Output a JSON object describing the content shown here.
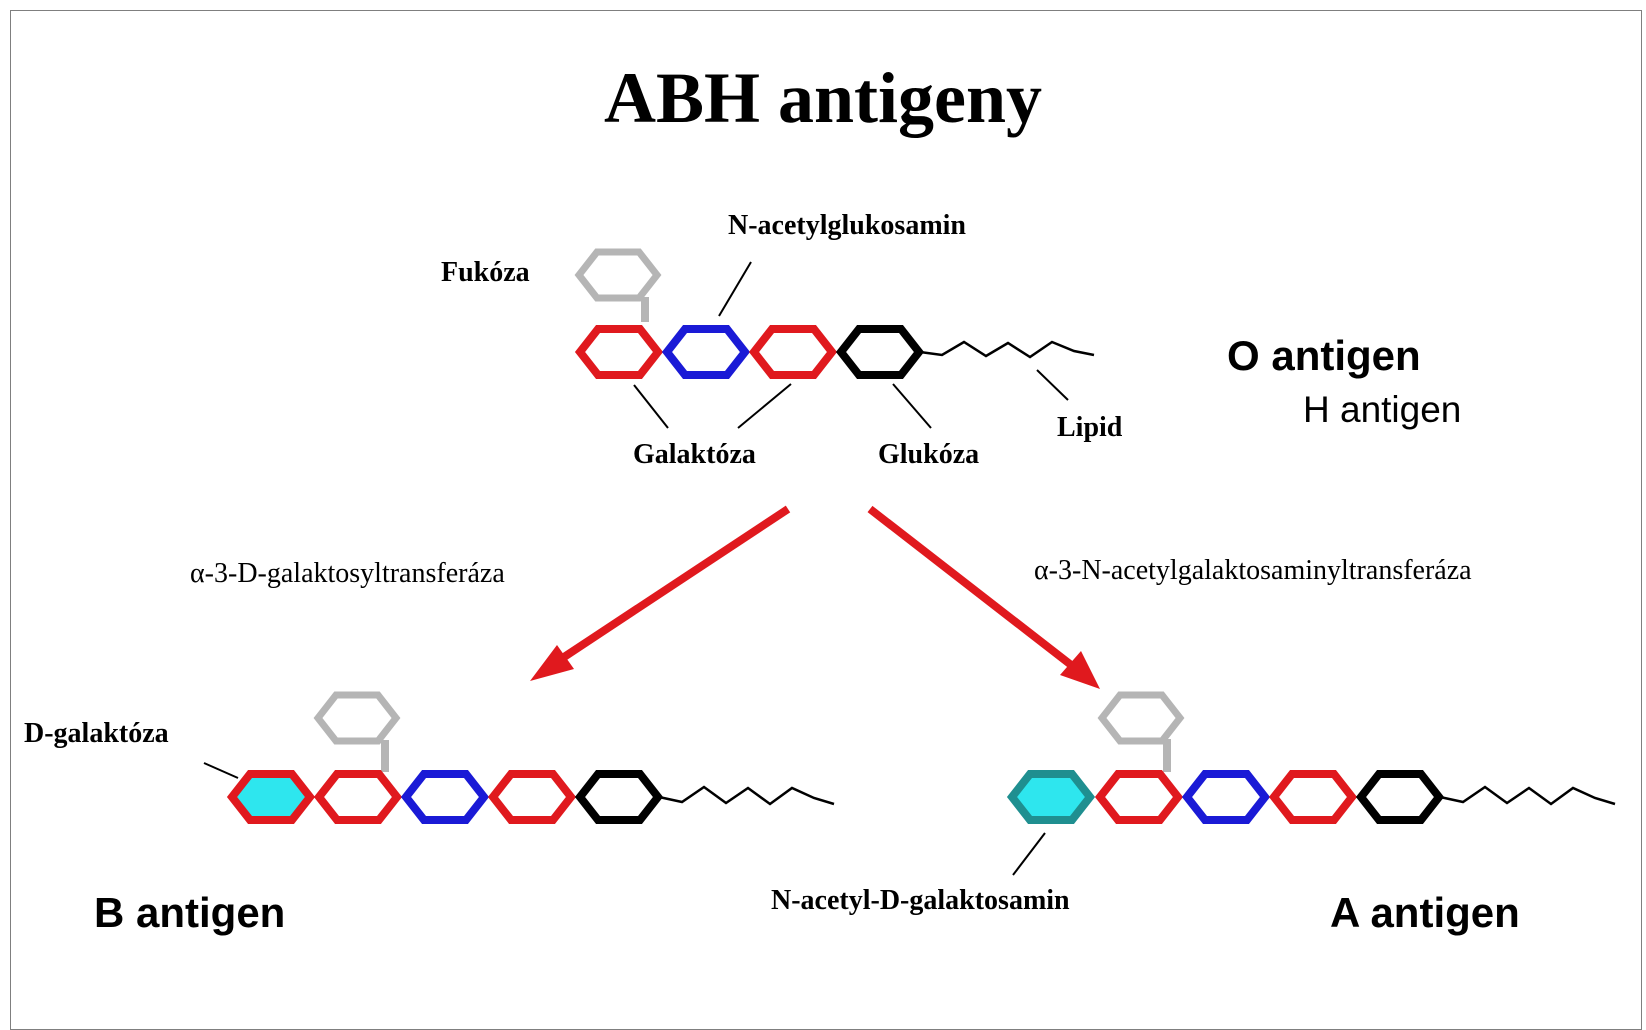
{
  "title": "ABH antigeny",
  "o_structure": {
    "labels": {
      "n_acetylglukosamin": "N-acetylglukosamin",
      "fukoza": "Fukóza",
      "galaktoza": "Galaktóza",
      "glukoza": "Glukóza",
      "lipid": "Lipid"
    },
    "name": "O antigen",
    "subname": "H antigen"
  },
  "enzymes": {
    "left": "α-3-D-galaktosyltransferáza",
    "right": "α-3-N-acetylgalaktosaminyltransferáza"
  },
  "b_structure": {
    "added_sugar_label": "D-galaktóza",
    "name": "B antigen"
  },
  "a_structure": {
    "added_sugar_label": "N-acetyl-D-galaktosamin",
    "name": "A antigen"
  },
  "colors": {
    "galactose": "#e0191e",
    "n_acetylglucosamine": "#1a1ad6",
    "glucose": "#000000",
    "fucose": "#b5b5b5",
    "terminal_sugar_fill": "#2ee6ee",
    "n_acetylgalactosamine_outline": "#1f8f90",
    "arrow": "#e0191e"
  },
  "icons": {
    "sugar_ring": "hexagon",
    "lipid_tail": "zigzag-line",
    "transfer_arrow": "arrow-down"
  }
}
